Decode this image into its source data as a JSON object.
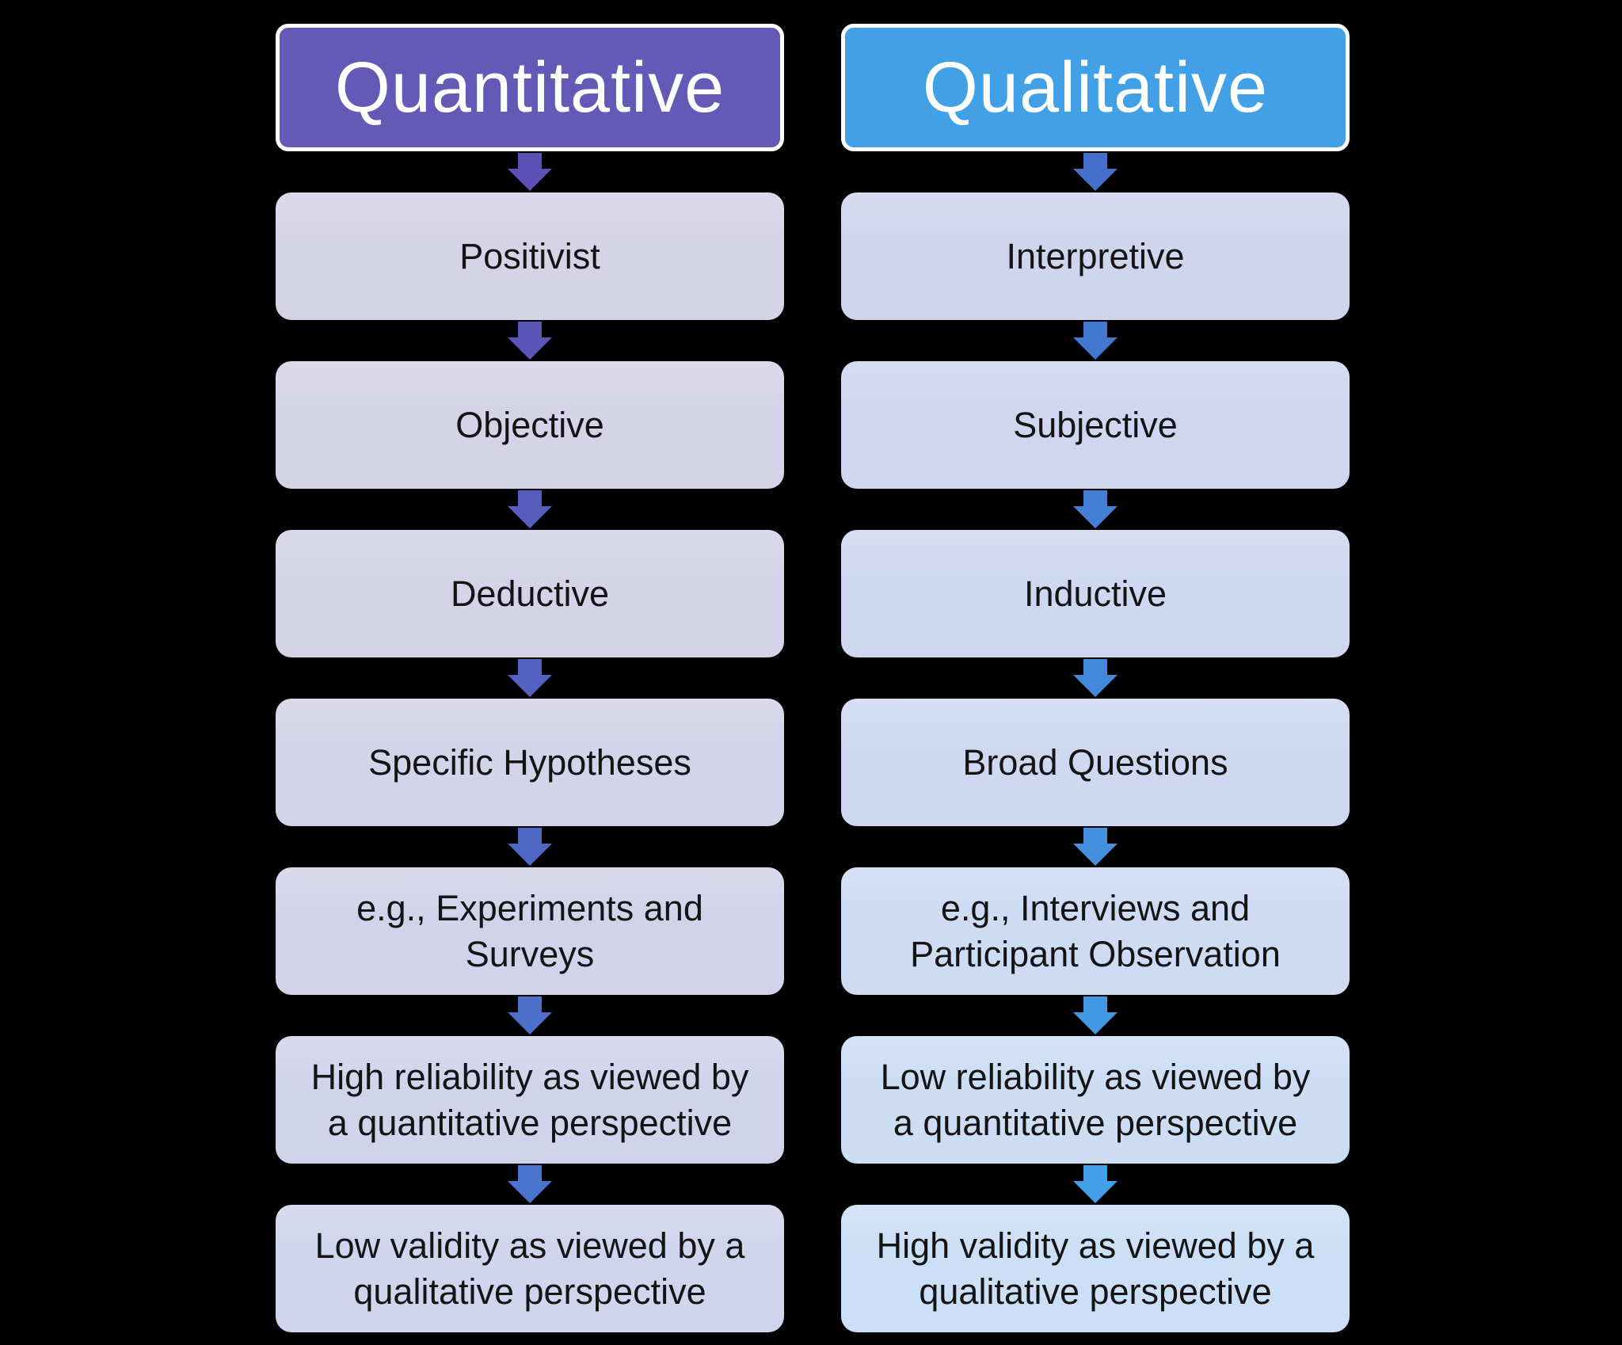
{
  "diagram": {
    "background": "#000000",
    "box_text_color": "#141414",
    "header_border_color": "#FFFFFF",
    "columns": [
      {
        "id": "quantitative",
        "header": {
          "label": "Quantitative",
          "fill": "#6459B7",
          "text_color": "#FFFFFF"
        },
        "rows": [
          {
            "label": "Positivist",
            "fill": "#D5D3E6"
          },
          {
            "label": "Objective",
            "fill": "#D5D3E7"
          },
          {
            "label": "Deductive",
            "fill": "#D4D3E8"
          },
          {
            "label": "Specific Hypotheses",
            "fill": "#D3D3E9"
          },
          {
            "label": "e.g., Experiments and Surveys",
            "fill": "#D2D3EA"
          },
          {
            "label": "High reliability as viewed by a quantitative perspective",
            "fill": "#D1D3EB"
          },
          {
            "label": "Low validity as viewed by a qualitative perspective",
            "fill": "#D0D4EC"
          }
        ],
        "arrow_colors": [
          "#5C50B4",
          "#5956B8",
          "#565CBC",
          "#5362C1",
          "#5068C5",
          "#4D6EC9",
          "#4A74CE"
        ]
      },
      {
        "id": "qualitative",
        "header": {
          "label": "Qualitative",
          "fill": "#42A0E6",
          "text_color": "#FFFFFF"
        },
        "rows": [
          {
            "label": "Interpretive",
            "fill": "#D0D5EE"
          },
          {
            "label": "Subjective",
            "fill": "#CFD6EF"
          },
          {
            "label": "Inductive",
            "fill": "#CED8F0"
          },
          {
            "label": "Broad Questions",
            "fill": "#CED9F1"
          },
          {
            "label": "e.g., Interviews and Participant Observation",
            "fill": "#CDDBF3"
          },
          {
            "label": "Low reliability as viewed by a quantitative perspective",
            "fill": "#CCDDF4"
          },
          {
            "label": "High validity as viewed by a qualitative perspective",
            "fill": "#CBDFF6"
          }
        ],
        "arrow_colors": [
          "#4470CC",
          "#4378D1",
          "#4380D5",
          "#4288DA",
          "#4290DE",
          "#4198E3",
          "#41A0E8"
        ]
      }
    ]
  }
}
